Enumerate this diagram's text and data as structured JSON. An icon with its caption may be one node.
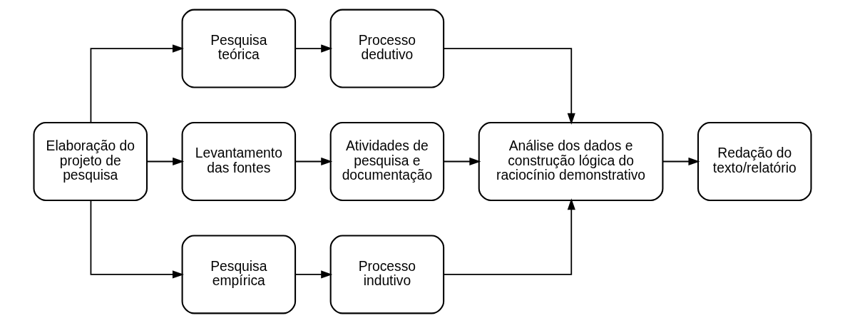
{
  "diagram": {
    "nodes": [
      {
        "text": [
          "Pesquisa teórica"
        ]
      },
      {
        "text": [
          "Processo dedutivo"
        ]
      },
      {
        "text": [
          "Elaboração do projeto de pesquisa"
        ]
      },
      {
        "text": [
          "Levantamento das fontes"
        ]
      },
      {
        "text": [
          "Atividades de pesquisa e documentação"
        ]
      },
      {
        "text": [
          "Análise dos dados e construção lógica do raciocínio demonstrativo"
        ]
      },
      {
        "text": [
          "Redação do texto/relatório"
        ]
      },
      {
        "text": [
          "Pesquisa empírica"
        ]
      },
      {
        "text": [
          "Processo indutivo"
        ]
      }
    ],
    "edges": [
      {
        "from": 2,
        "to": 0,
        "arrow": "to"
      },
      {
        "from": 0,
        "to": 1,
        "arrow": "to"
      },
      {
        "from": 1,
        "to": 5,
        "arrow": "to"
      },
      {
        "from": 2,
        "to": 3,
        "arrow": "to"
      },
      {
        "from": 3,
        "to": 4,
        "arrow": "to"
      },
      {
        "from": 4,
        "to": 5,
        "arrow": "to"
      },
      {
        "from": 5,
        "to": 6,
        "arrow": "to"
      },
      {
        "from": 2,
        "to": 7,
        "arrow": "to"
      },
      {
        "from": 7,
        "to": 8,
        "arrow": "to"
      },
      {
        "from": 8,
        "to": 5,
        "arrow": "to"
      }
    ]
  }
}
